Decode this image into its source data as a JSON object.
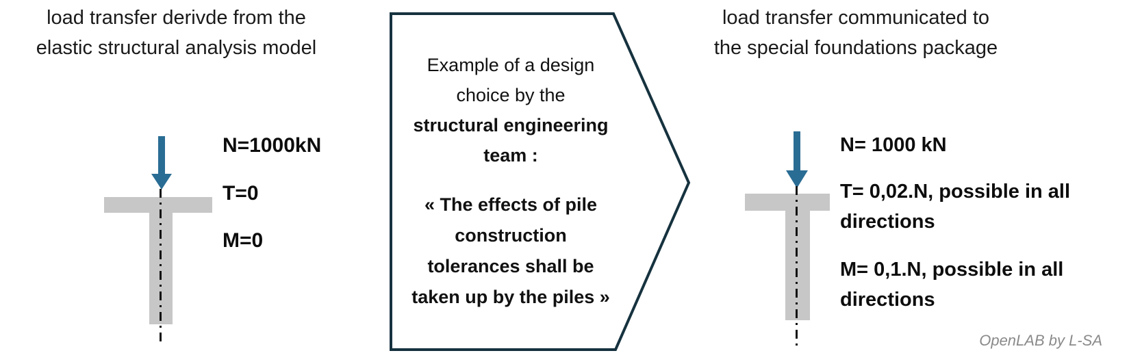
{
  "left_panel": {
    "title_lines": [
      "load transfer derivde from the",
      "elastic structural analysis model"
    ],
    "labels": {
      "n": "N=1000kN",
      "t": "T=0",
      "m": "M=0"
    }
  },
  "callout": {
    "intro_lines": [
      "Example of a design",
      "choice by the"
    ],
    "intro_bold_lines": [
      "structural engineering",
      "team :"
    ],
    "quote_lines": [
      "« The effects of pile",
      "construction",
      "tolerances shall be",
      "taken up by the piles »"
    ]
  },
  "right_panel": {
    "title_lines": [
      "load transfer communicated to",
      "the special foundations package"
    ],
    "labels": {
      "n": "N= 1000 kN",
      "t_lines": [
        "T= 0,02.N, possible in all",
        "directions"
      ],
      "m_lines": [
        "M= 0,1.N, possible in all",
        "directions"
      ]
    }
  },
  "watermark": "OpenLAB by L-SA",
  "colors": {
    "arrow": "#2a6d94",
    "concrete": "#c7c7c7",
    "outline": "#16323f",
    "text": "#111111",
    "watermark": "#8a8a8a"
  }
}
